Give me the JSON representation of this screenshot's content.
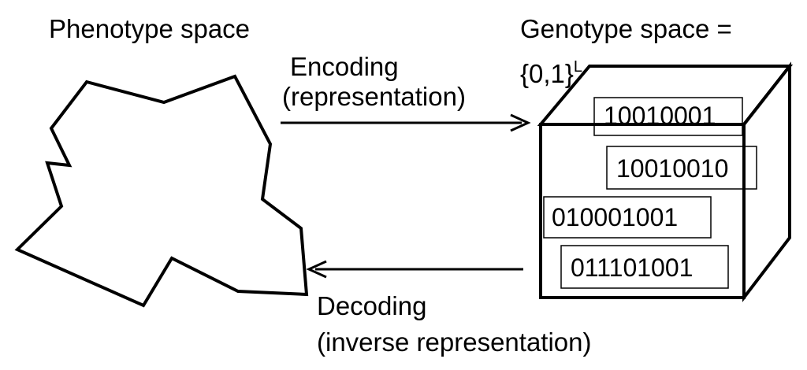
{
  "phenotype": {
    "title": "Phenotype space"
  },
  "genotype": {
    "title_line1": "Genotype space =",
    "title_line2": "{0,1}",
    "superscript": "L",
    "strings": [
      "10010001",
      "10010010",
      "010001001",
      "011101001"
    ]
  },
  "encoding": {
    "line1": "Encoding",
    "line2": "(representation)"
  },
  "decoding": {
    "line1": "Decoding",
    "line2": "(inverse representation)"
  }
}
